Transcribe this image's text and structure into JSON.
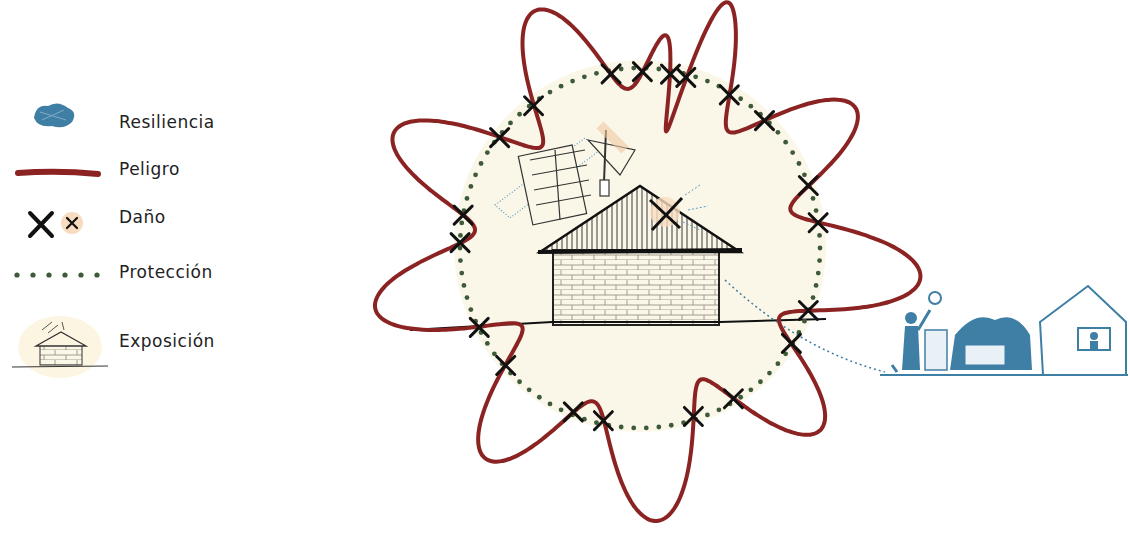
{
  "diagram": {
    "legend": [
      {
        "text": "Resiliencia",
        "color": "#3f7fa6"
      },
      {
        "text": "Peligro"
      },
      {
        "text": "Daño"
      },
      {
        "text": "Protección"
      },
      {
        "text": "Exposición"
      }
    ]
  }
}
